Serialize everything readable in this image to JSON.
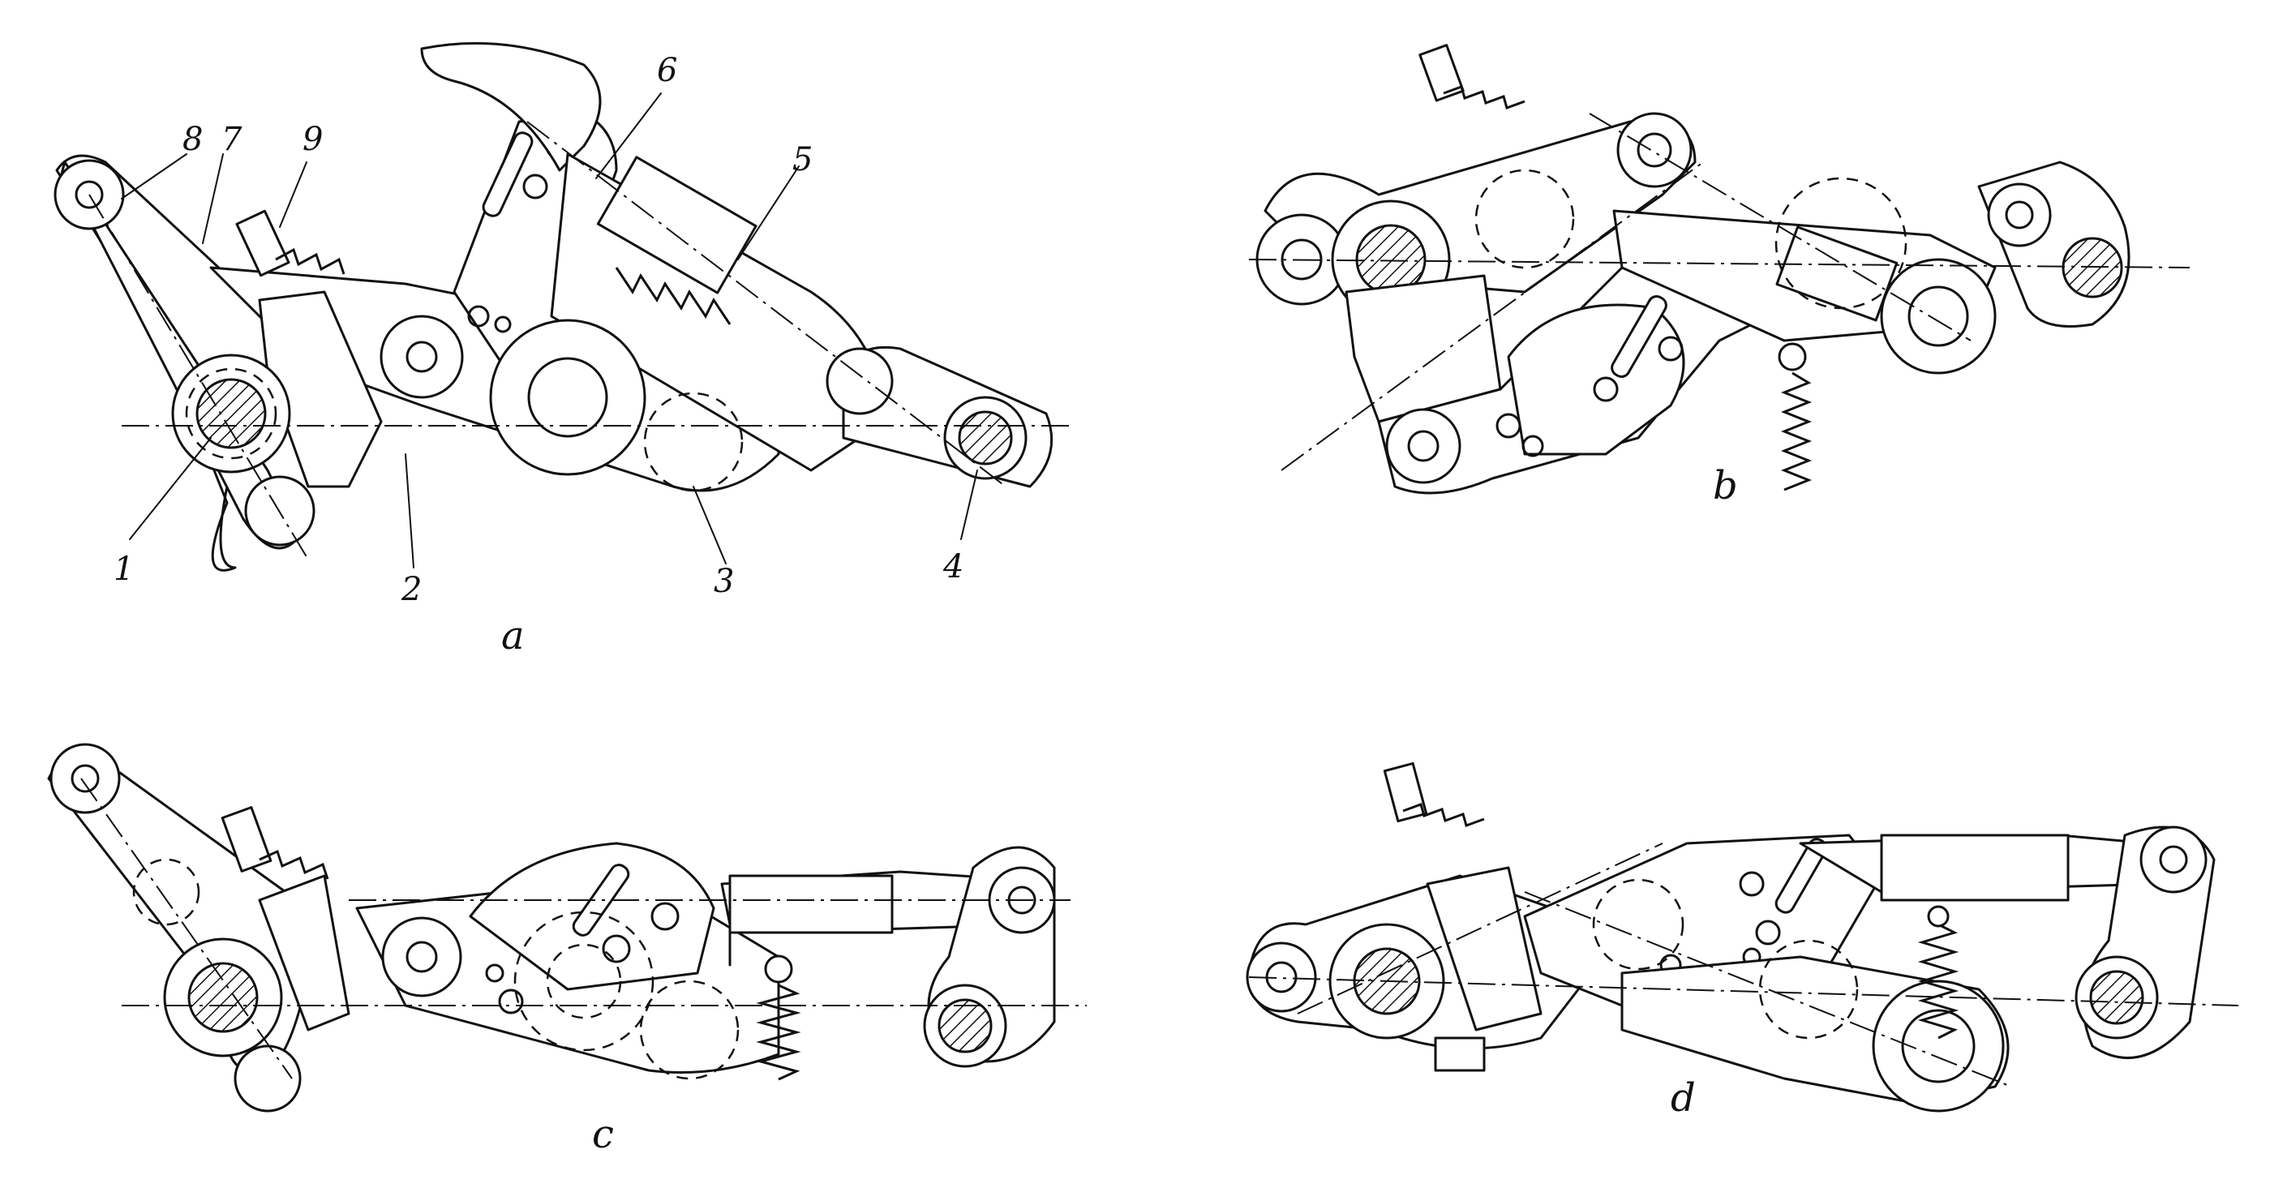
{
  "figure": {
    "panels": [
      {
        "id": "a",
        "caption": "a",
        "callouts": [
          "1",
          "2",
          "3",
          "4",
          "5",
          "6",
          "7",
          "8",
          "9"
        ]
      },
      {
        "id": "b",
        "caption": "b",
        "callouts": []
      },
      {
        "id": "c",
        "caption": "c",
        "callouts": []
      },
      {
        "id": "d",
        "caption": "d",
        "callouts": []
      }
    ]
  },
  "colors": {
    "ink": "#111111",
    "paper": "#ffffff"
  }
}
